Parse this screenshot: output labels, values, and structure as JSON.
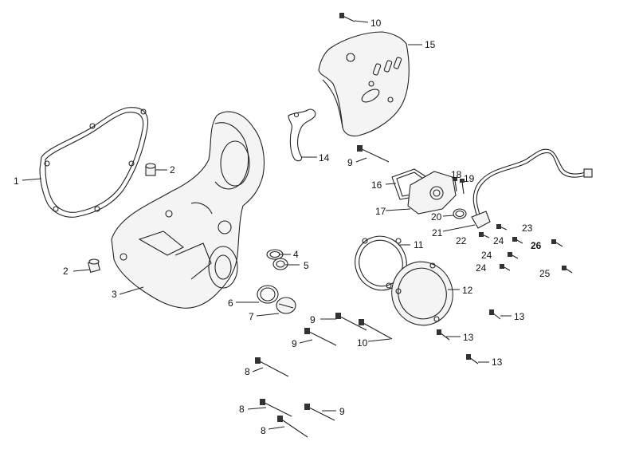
{
  "callouts": {
    "c1": "1",
    "c2a": "2",
    "c2b": "2",
    "c3": "3",
    "c4": "4",
    "c5": "5",
    "c6": "6",
    "c7": "7",
    "c8a": "8",
    "c8b": "8",
    "c8c": "8",
    "c9a": "9",
    "c9b": "9",
    "c9c": "9",
    "c9d": "9",
    "c10a": "10",
    "c10b": "10",
    "c11": "11",
    "c12": "12",
    "c13a": "13",
    "c13b": "13",
    "c13c": "13",
    "c14": "14",
    "c15": "15",
    "c16": "16",
    "c17": "17",
    "c18": "18",
    "c19": "19",
    "c20": "20",
    "c21": "21",
    "c22": "22",
    "c23": "23",
    "c24a": "24",
    "c24b": "24",
    "c24c": "24",
    "c25": "25",
    "c26": "26"
  }
}
